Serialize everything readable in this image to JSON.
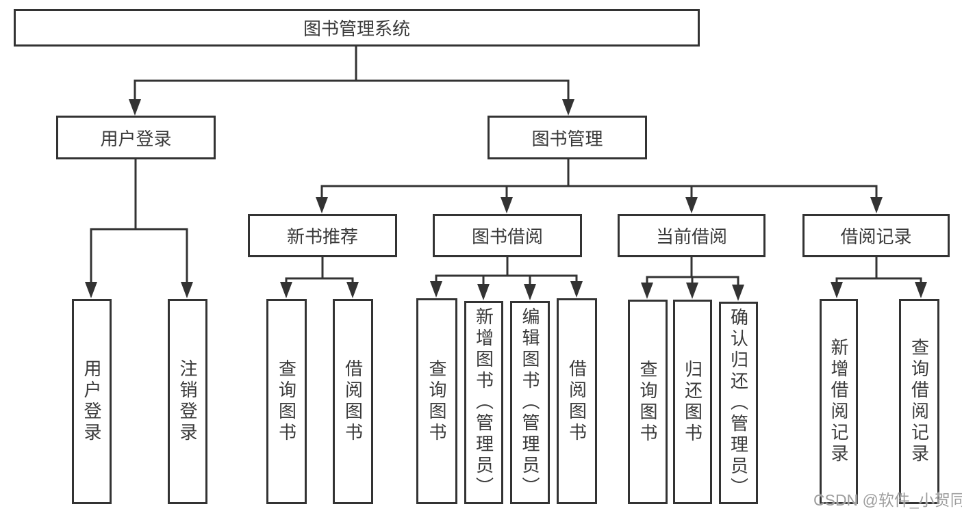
{
  "diagram": {
    "root": {
      "label": "图书管理系统"
    },
    "branches": {
      "user_login": {
        "label": "用户登录",
        "children": {
          "login": {
            "label": "用户登录"
          },
          "logout": {
            "label": "注销登录"
          }
        }
      },
      "book_mgmt": {
        "label": "图书管理",
        "children": {
          "new_books": {
            "label": "新书推荐",
            "children": {
              "query": {
                "label": "查询图书"
              },
              "borrow": {
                "label": "借阅图书"
              }
            }
          },
          "book_borrow": {
            "label": "图书借阅",
            "children": {
              "query": {
                "label": "查询图书"
              },
              "add": {
                "label": "新增图书（管理员）"
              },
              "edit": {
                "label": "编辑图书（管理员）"
              },
              "borrow": {
                "label": "借阅图书"
              }
            }
          },
          "current_borrow": {
            "label": "当前借阅",
            "children": {
              "query": {
                "label": "查询图书"
              },
              "return": {
                "label": "归还图书"
              },
              "confirm": {
                "label": "确认归还（管理员）"
              }
            }
          },
          "borrow_records": {
            "label": "借阅记录",
            "children": {
              "add": {
                "label": "新增借阅记录"
              },
              "query": {
                "label": "查询借阅记录"
              }
            }
          }
        }
      }
    }
  },
  "watermark": {
    "text": "CSDN @软件_小贺同学"
  },
  "colors": {
    "line": "#333333",
    "text": "#3a3a3a",
    "background": "#ffffff",
    "watermark": "#9e9e9e"
  }
}
